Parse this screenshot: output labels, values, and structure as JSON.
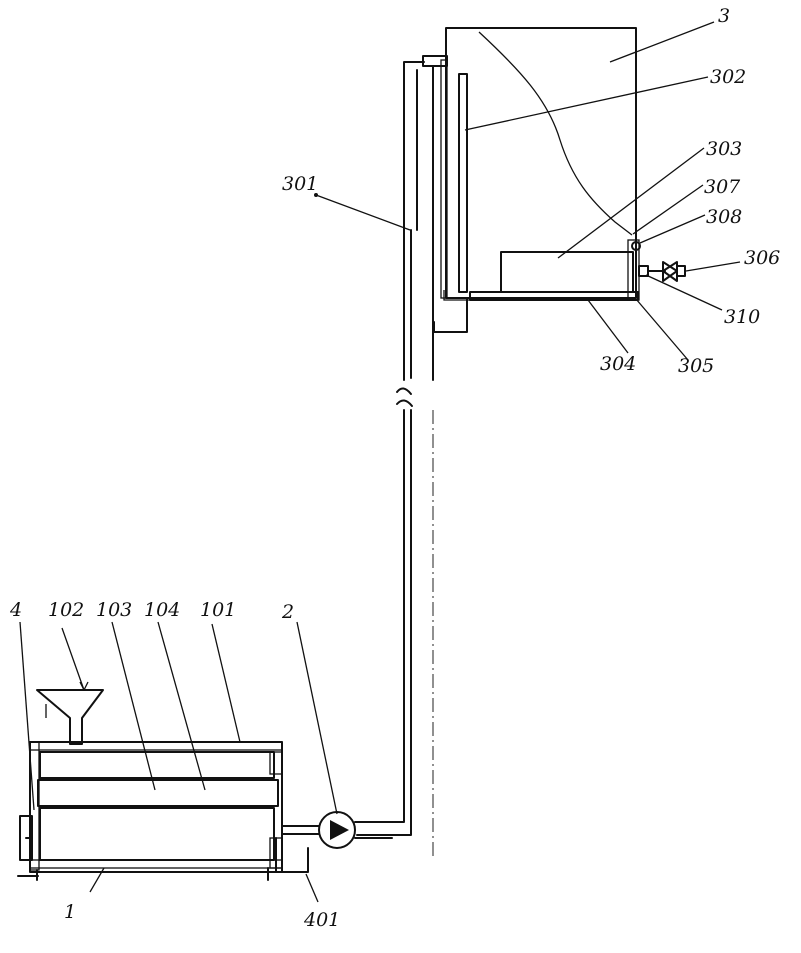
{
  "labels": {
    "l3": "3",
    "l302": "302",
    "l303": "303",
    "l307": "307",
    "l308": "308",
    "l306": "306",
    "l310": "310",
    "l305": "305",
    "l304": "304",
    "l301": "301",
    "l2": "2",
    "l4": "4",
    "l102": "102",
    "l103": "103",
    "l104": "104",
    "l101": "101",
    "l1": "1",
    "l401": "401"
  },
  "colors": {
    "line": "#111111",
    "background": "#ffffff"
  }
}
